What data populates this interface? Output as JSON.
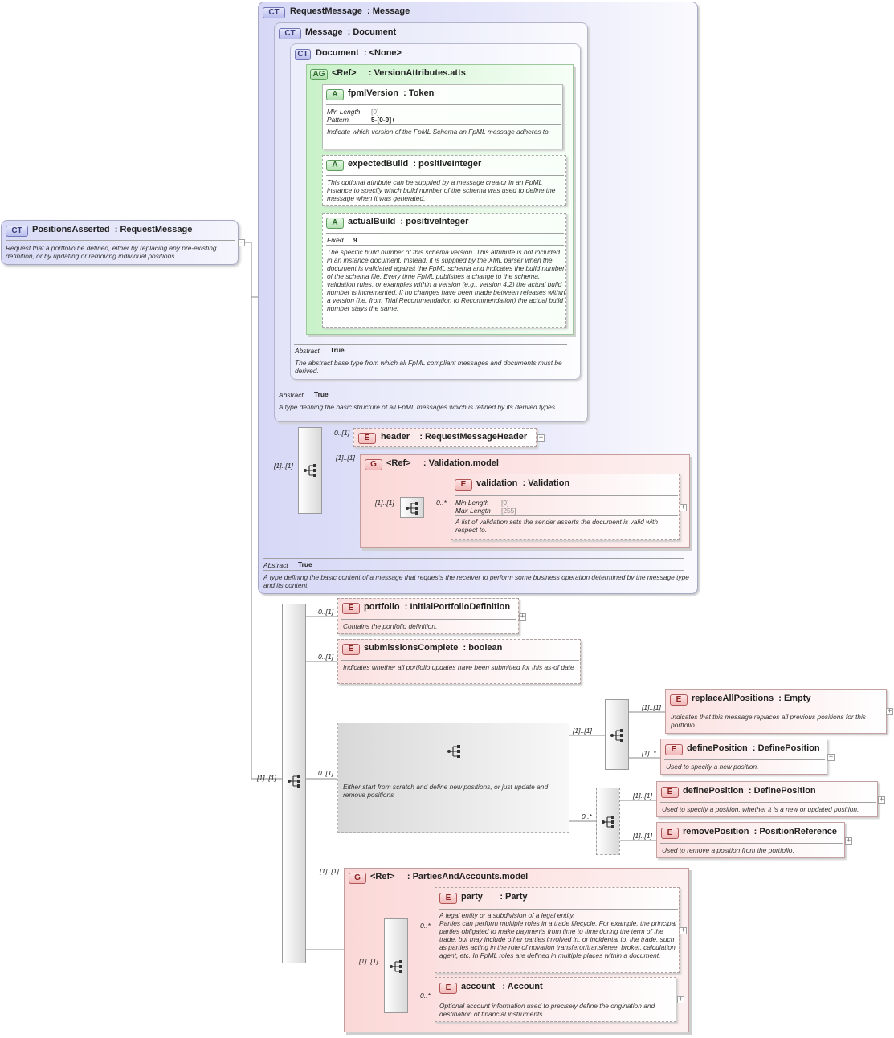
{
  "root": {
    "badge": "CT",
    "name": "PositionsAsserted",
    "type": ": RequestMessage",
    "doc": "Request that a portfolio be defined, either by replacing any pre-existing definition, or by updating or removing individual positions."
  },
  "request_message": {
    "badge": "CT",
    "name": "RequestMessage",
    "type": ": Message",
    "abstract_label": "Abstract",
    "abstract_value": "True",
    "doc": "A type defining the basic content of a message that requests the receiver to perform some business operation determined by the message type and its content."
  },
  "message": {
    "badge": "CT",
    "name": "Message",
    "type": ": Document",
    "abstract_label": "Abstract",
    "abstract_value": "True",
    "doc": "A type defining the basic structure of all FpML messages which is refined by its derived types."
  },
  "document": {
    "badge": "CT",
    "name": "Document",
    "type": ": <None>",
    "abstract_label": "Abstract",
    "abstract_value": "True",
    "doc": "The abstract base type from which all FpML compliant messages and documents must be derived."
  },
  "version_attributes": {
    "badge": "AG",
    "name": "<Ref>",
    "type": ": VersionAttributes.atts"
  },
  "fpml_version": {
    "badge": "A",
    "name": "fpmlVersion",
    "type": ": Token",
    "min_length_label": "Min Length",
    "min_length_value": "[0]",
    "pattern_label": "Pattern",
    "pattern_value": "5-[0-9]+",
    "doc": "Indicate which version of the FpML Schema an FpML message adheres to."
  },
  "expected_build": {
    "badge": "A",
    "name": "expectedBuild",
    "type": ": positiveInteger",
    "doc": "This optional attribute can be supplied by a message creator in an FpML instance to specify which build number of the schema was used to define the message when it was generated."
  },
  "actual_build": {
    "badge": "A",
    "name": "actualBuild",
    "type": ": positiveInteger",
    "fixed_label": "Fixed",
    "fixed_value": "9",
    "doc": "The specific build number of this schema version. This attribute is not included in an instance document. Instead, it is supplied by the XML parser when the document is validated against the FpML schema and indicates the build number of the schema file. Every time FpML publishes a change to the schema, validation rules, or examples within a version (e.g., version 4.2) the actual build number is incremented. If no changes have been made between releases within a version (i.e. from Trial Recommendation to Recommendation) the actual build number stays the same."
  },
  "header": {
    "badge": "E",
    "name": "header",
    "type": ": RequestMessageHeader",
    "card": "0..[1]"
  },
  "validation_model": {
    "badge": "G",
    "name": "<Ref>",
    "type": ": Validation.model",
    "card": "[1]..[1]",
    "seq_card": "[1]..[1]"
  },
  "validation": {
    "badge": "E",
    "name": "validation",
    "type": ": Validation",
    "card": "0..*",
    "min_length_label": "Min Length",
    "min_length_value": "[0]",
    "max_length_label": "Max Length",
    "max_length_value": "[255]",
    "doc": "A list of validation sets the sender asserts the document is valid with respect to."
  },
  "request_seq_card": "[1]..[1]",
  "main_seq_card": "[1]..[1]",
  "portfolio": {
    "badge": "E",
    "name": "portfolio",
    "type": ": InitialPortfolioDefinition",
    "card": "0..[1]",
    "doc": "Contains the portfolio definition."
  },
  "submissions_complete": {
    "badge": "E",
    "name": "submissionsComplete",
    "type": ": boolean",
    "card": "0..[1]",
    "doc": "Indicates whether all portfolio updates have been submitted for this as-of date"
  },
  "choice": {
    "card": "0..[1]",
    "doc": "Either start from scratch and define new positions, or just update and remove positions",
    "seq1_card": "[1]..[1]",
    "seq2_card": "0..*"
  },
  "replace_all_positions": {
    "badge": "E",
    "name": "replaceAllPositions",
    "type": ": Empty",
    "card": "[1]..[1]",
    "doc": "Indicates that this message replaces all previous positions for this portfolio."
  },
  "define_position_1": {
    "badge": "E",
    "name": "definePosition",
    "type": ": DefinePosition",
    "card": "[1]..*",
    "doc": "Used to specify a new position."
  },
  "define_position_2": {
    "badge": "E",
    "name": "definePosition",
    "type": ": DefinePosition",
    "card": "[1]..[1]",
    "doc": "Used to specify a position, whether it is a new or updated position."
  },
  "remove_position": {
    "badge": "E",
    "name": "removePosition",
    "type": ": PositionReference",
    "card": "[1]..[1]",
    "doc": "Used to remove a position from the portfolio."
  },
  "parties_model": {
    "badge": "G",
    "name": "<Ref>",
    "type": ": PartiesAndAccounts.model",
    "card": "[1]..[1]",
    "seq_card": "[1]..[1]"
  },
  "party": {
    "badge": "E",
    "name": "party",
    "type": ": Party",
    "card": "0..*",
    "doc": "A legal entity or a subdivision of a legal entity.\nParties can perform multiple roles in a trade lifecycle. For example, the principal parties obligated to make payments from time to time during the term of the trade, but may include other parties involved in, or incidental to, the trade, such as parties acting in the role of novation transferor/transferee, broker, calculation agent, etc. In FpML roles are defined in multiple places within a document."
  },
  "account": {
    "badge": "E",
    "name": "account",
    "type": ": Account",
    "card": "0..*",
    "doc": "Optional account information used to precisely define the origination and destination of financial instruments."
  },
  "icons": {
    "sequence": "sequence-compositor-icon",
    "choice": "choice-compositor-icon",
    "expand": "expand-plus-icon",
    "collapse": "collapse-minus-icon"
  },
  "colors": {
    "complex_type": "#d6d8f6",
    "attribute_group": "#c9f2c9",
    "element": "#fbe0e0",
    "group": "#fbd8d8"
  }
}
